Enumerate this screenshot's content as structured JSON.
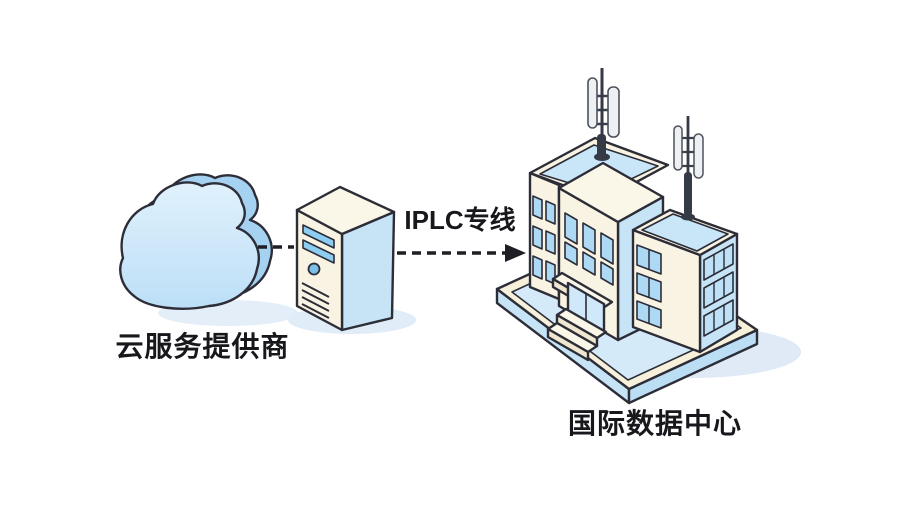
{
  "labels": {
    "cloud_provider": "云服务提供商",
    "link": "IPLC专线",
    "datacenter": "国际数据中心"
  },
  "icons": {
    "cloud": "cloud-3d-icon",
    "server": "server-tower-icon",
    "building": "isometric-building-icon",
    "antenna": "cell-antenna-icon",
    "connector": "dashed-arrow-right"
  },
  "palette": {
    "background": "#ffffff",
    "outline": "#2d2d38",
    "wall_cream": "#f8f3e2",
    "wall_cream_dark": "#efe7cf",
    "roof_cream": "#faf6e8",
    "side_blue": "#c7e4f7",
    "roof_inset_blue": "#c9e6f8",
    "window_blue": "#aed9f5",
    "window_light_blue": "#cfe9fb",
    "cloud_front": "#cfe8fa",
    "cloud_side": "#a4d2f0",
    "antenna_dark": "#343a46",
    "antenna_light": "#eef0f3",
    "shadow": "#dfeaf6",
    "text": "#17171c"
  }
}
